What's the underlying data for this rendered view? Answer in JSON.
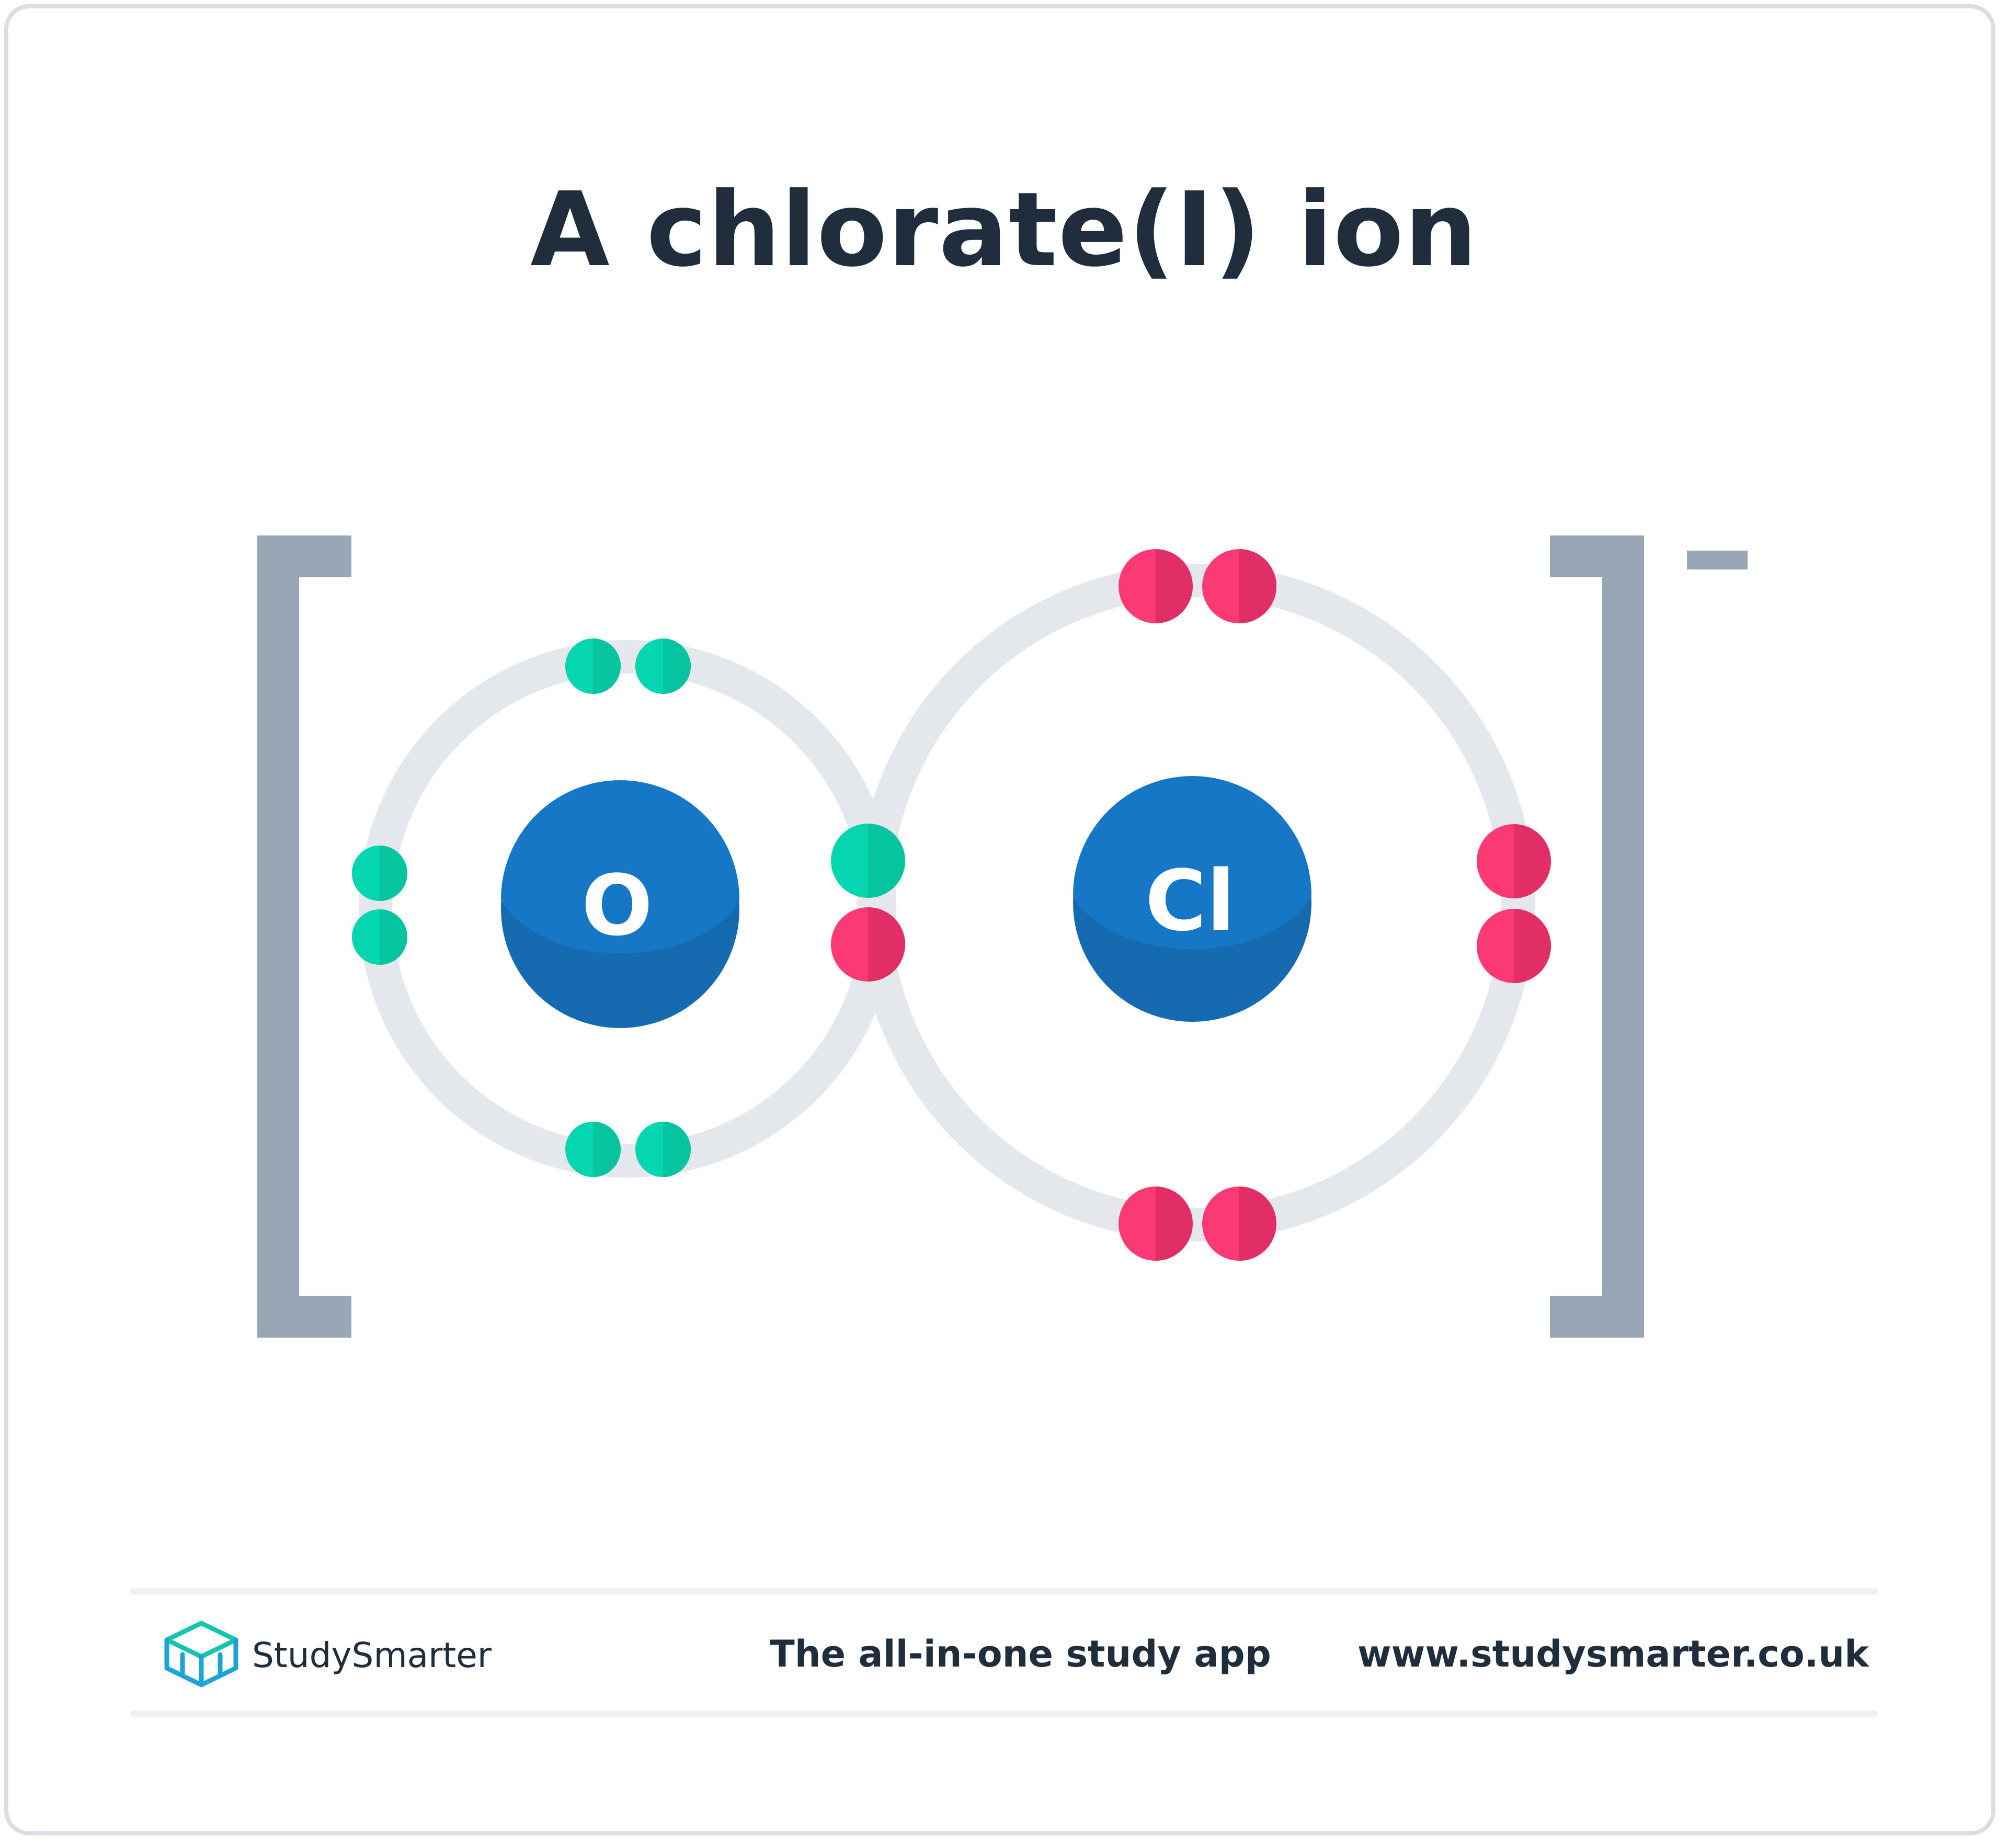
{
  "title": "A chlorate(I) ion",
  "atoms": [
    {
      "symbol": "O",
      "electron_color": "#06d6b0"
    },
    {
      "symbol": "Cl",
      "electron_color": "#fb3a75"
    }
  ],
  "charge": "−",
  "colors": {
    "nucleus": "#1677c6",
    "nucleus_shade": "#166bb0",
    "shell": "#e4e7eb",
    "bracket": "#98a6b5",
    "oxygen_electron": "#06d6b0",
    "oxygen_electron_shade": "#05c49f",
    "chlorine_electron": "#fb3a75",
    "chlorine_electron_shade": "#e22e66",
    "text": "#1f2d3d"
  },
  "footer": {
    "brand": "StudySmarter",
    "tagline": "The all-in-one study app",
    "url": "www.studysmarter.co.uk",
    "logo_icon": "open-box-icon"
  }
}
